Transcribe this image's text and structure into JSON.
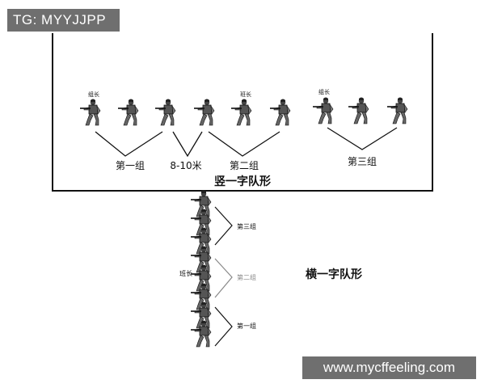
{
  "overlay": {
    "tg_handle": "TG: MYYJJPP",
    "website": "www.mycffeeling.com"
  },
  "top_diagram": {
    "title": "竖一字队形",
    "leader_labels": [
      "组长",
      "班长",
      "组长"
    ],
    "group_labels": [
      "第一组",
      "第二组",
      "第三组"
    ],
    "spacing_label": "8-10米"
  },
  "bottom_diagram": {
    "title": "横一字队形",
    "leader_label": "班长",
    "group_labels": [
      "第三组",
      "第二组",
      "第一组"
    ]
  },
  "colors": {
    "badge_bg": "#6f6f6f",
    "line": "#111111",
    "muted_text": "#888888"
  },
  "icons": [
    "soldier-icon"
  ]
}
